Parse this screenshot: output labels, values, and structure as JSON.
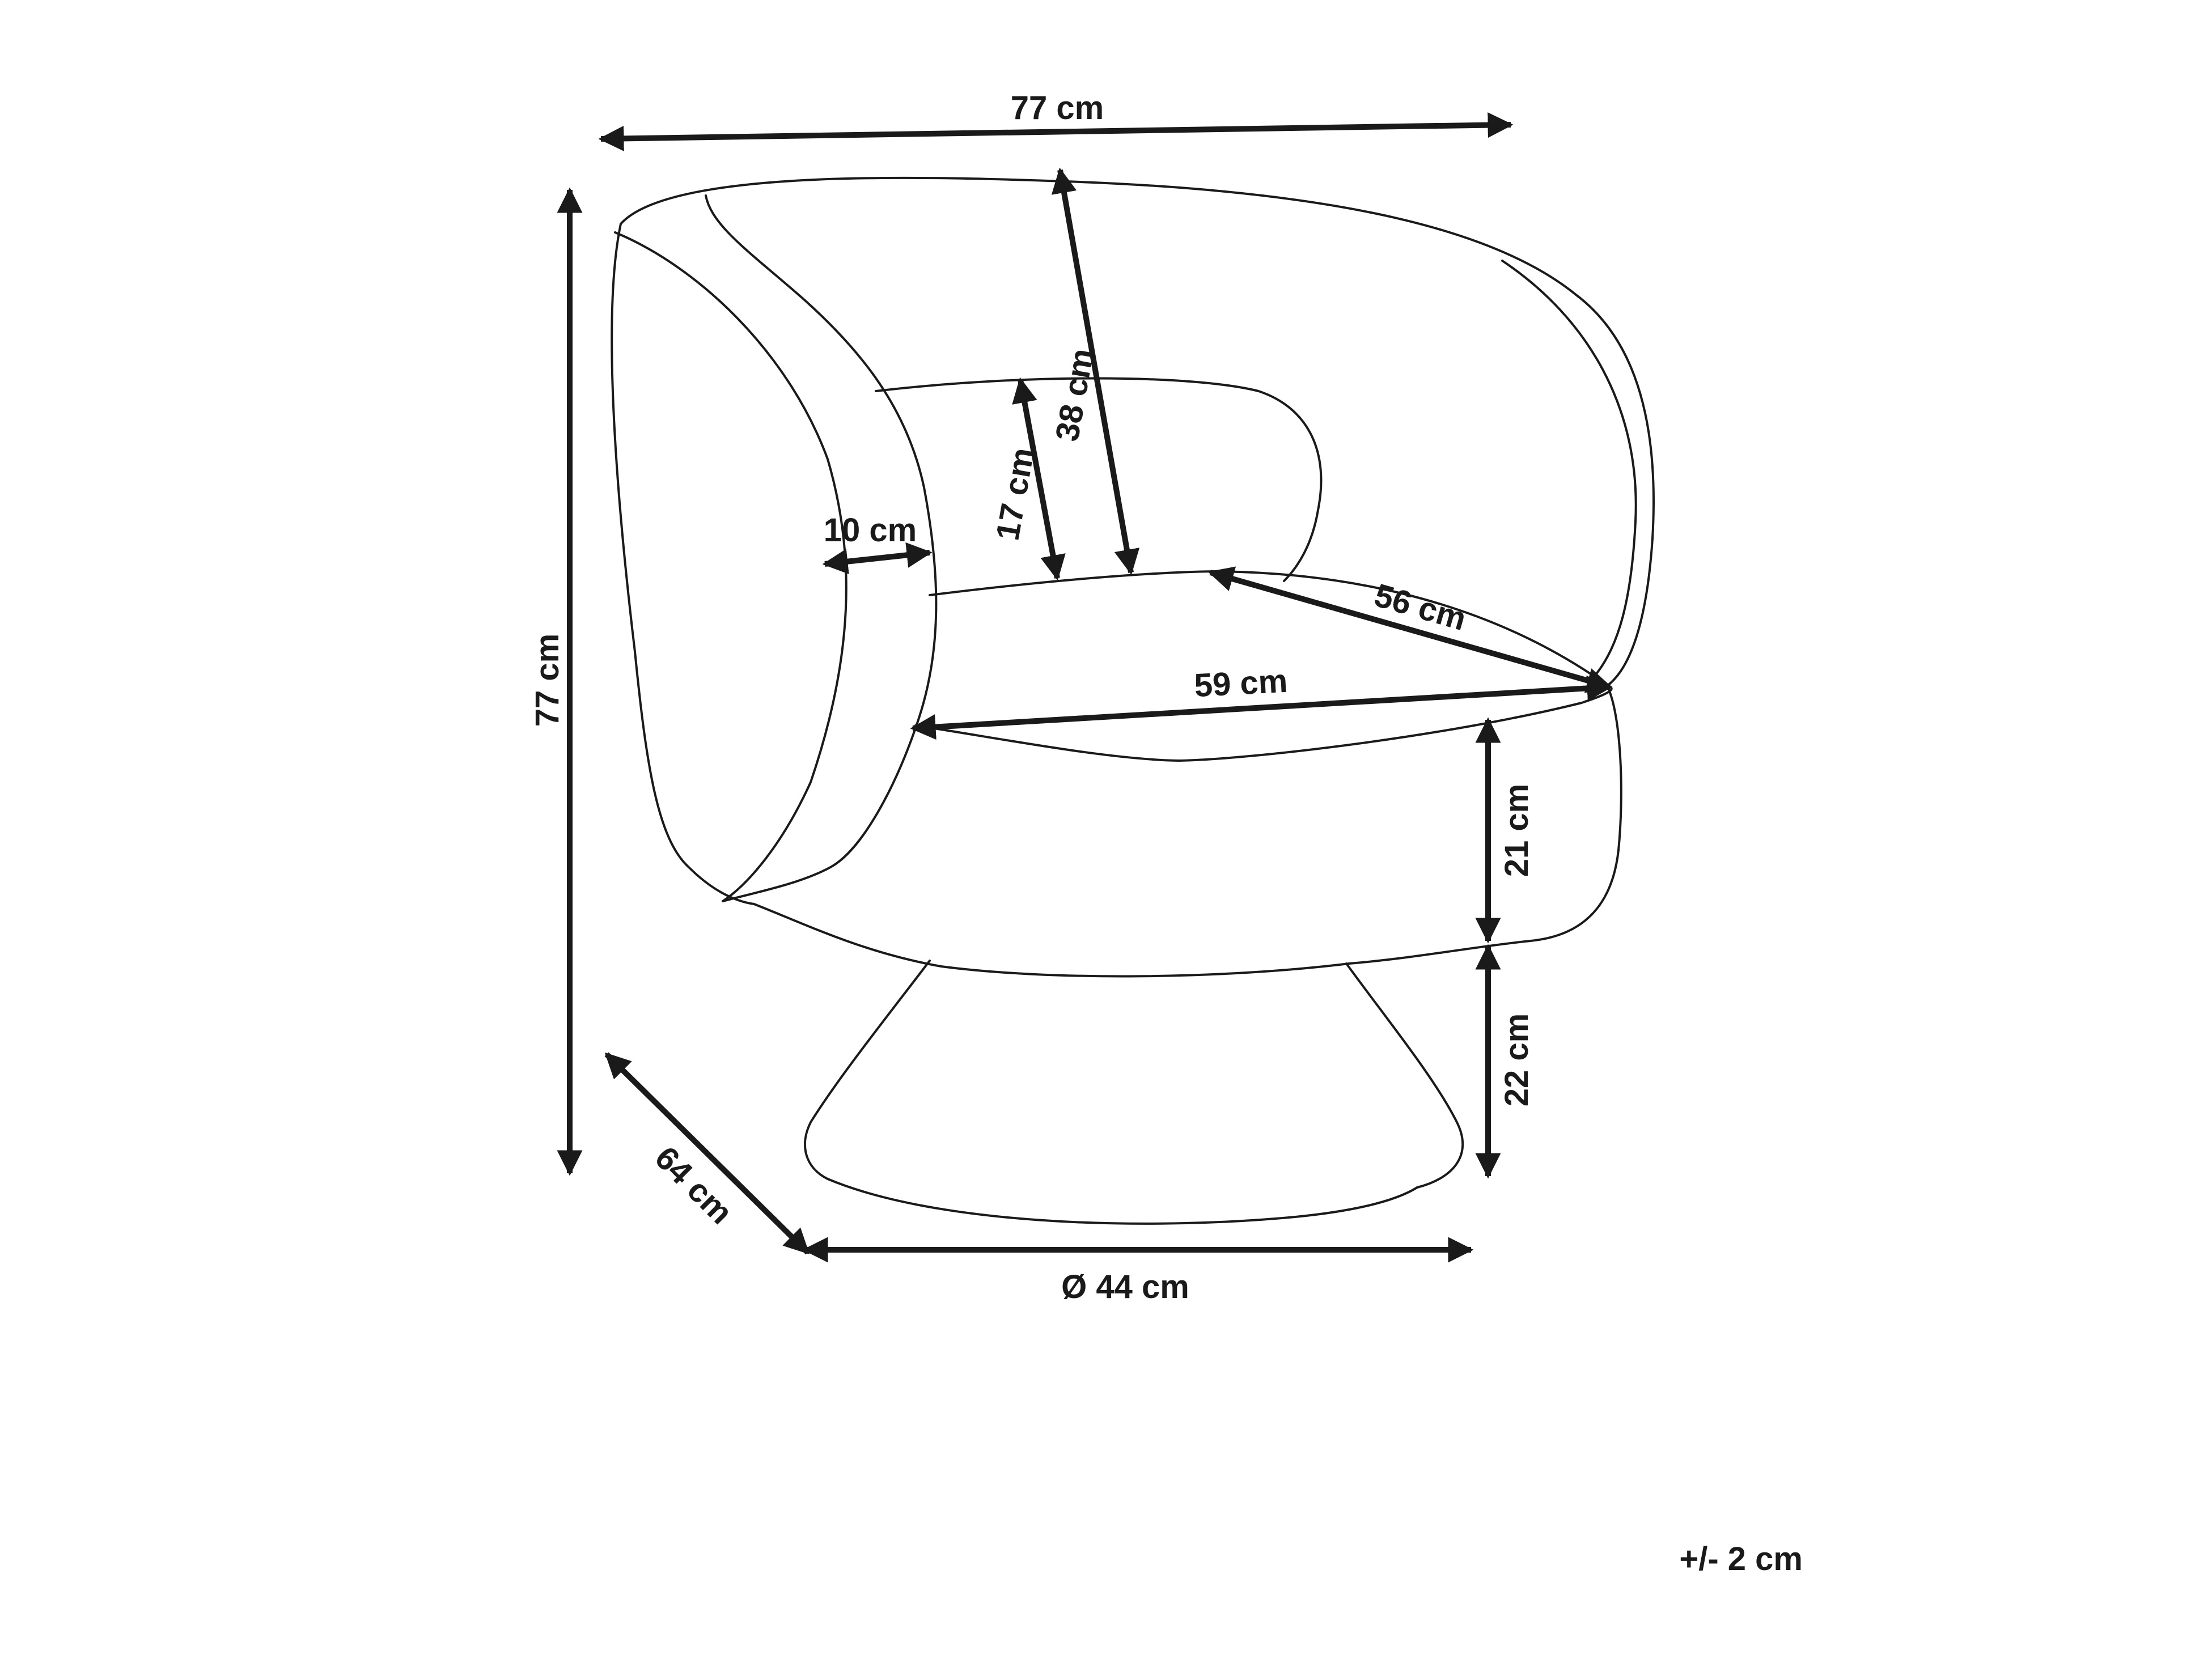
{
  "diagram": {
    "dimensions": {
      "overall_width": "77 cm",
      "overall_height": "77 cm",
      "backrest_height": "38 cm",
      "armrest_inner_height": "17 cm",
      "armrest_width": "10 cm",
      "seat_depth": "56 cm",
      "seat_width": "59 cm",
      "seat_base_height": "21 cm",
      "pedestal_height": "22 cm",
      "overall_depth": "64 cm",
      "base_diameter": "Ø 44 cm"
    },
    "tolerance": "+/- 2 cm",
    "line_color": "#1a1a1a",
    "background_color": "#ffffff"
  }
}
